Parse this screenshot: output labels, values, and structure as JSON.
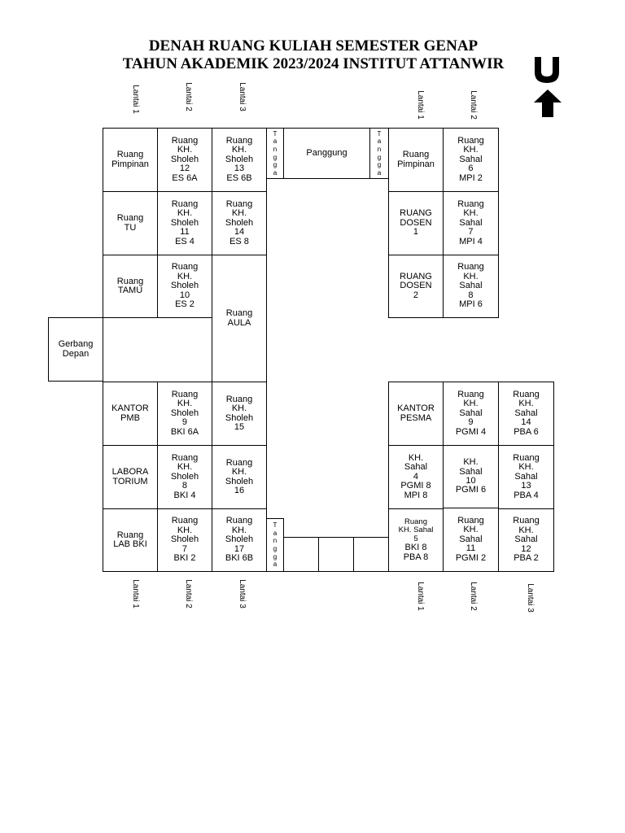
{
  "title": {
    "line1": "DENAH RUANG KULIAH SEMESTER GENAP",
    "line2": "TAHUN AKADEMIK 2023/2024 INSTITUT ATTANWIR"
  },
  "compass": {
    "letter": "U"
  },
  "floor_labels": {
    "top_left": [
      "Lantai 1",
      "Lantai 2",
      "Lantai 3"
    ],
    "top_right": [
      "Lantai 1",
      "Lantai 2"
    ],
    "bottom_left": [
      "Lantai 1",
      "Lantai 2",
      "Lantai 3"
    ],
    "bottom_right": [
      "Lantai 1",
      "Lantai 2",
      "Lantai 3"
    ]
  },
  "rooms": {
    "ruang_pimpinan_left": "Ruang\nPimpinan",
    "sholeh_12": "Ruang\nKH.\nSholeh\n12\nES 6A",
    "sholeh_13": "Ruang\nKH.\nSholeh\n13\nES 6B",
    "tangga_top_left": "T\na\nn\ng\ng\na",
    "panggung": "Panggung",
    "tangga_top_right": "T\na\nn\ng\ng\na",
    "ruang_pimpinan_right": "Ruang\nPimpinan",
    "sahal_6": "Ruang\nKH.\nSahal\n6\nMPI 2",
    "ruang_tu": "Ruang\nTU",
    "sholeh_11": "Ruang\nKH.\nSholeh\n11\nES 4",
    "sholeh_14": "Ruang\nKH.\nSholeh\n14\nES 8",
    "ruang_dosen_1": "RUANG\nDOSEN\n1",
    "sahal_7": "Ruang\nKH.\nSahal\n7\nMPI 4",
    "ruang_tamu": "Ruang\nTAMU",
    "sholeh_10": "Ruang\nKH.\nSholeh\n10\nES 2",
    "ruang_aula": "Ruang\nAULA",
    "ruang_dosen_2": "RUANG\nDOSEN\n2",
    "sahal_8": "Ruang\nKH.\nSahal\n8\nMPI 6",
    "gerbang_depan": "Gerbang\nDepan",
    "kantor_pmb": "KANTOR\nPMB",
    "sholeh_9": "Ruang\nKH.\nSholeh\n9\nBKI 6A",
    "sholeh_15": "Ruang\nKH.\nSholeh\n15",
    "kantor_pesma": "KANTOR\nPESMA",
    "sahal_9": "Ruang\nKH.\nSahal\n9\nPGMI 4",
    "sahal_14": "Ruang\nKH.\nSahal\n14\nPBA 6",
    "laboratorium": "LABORA\nTORIUM",
    "sholeh_8": "Ruang\nKH.\nSholeh\n8\nBKI 4",
    "sholeh_16": "Ruang\nKH.\nSholeh\n16",
    "sahal_4": "KH.\nSahal\n4\nPGMI 8\nMPI 8",
    "sahal_10": "KH.\nSahal\n10\nPGMI 6",
    "sahal_13": "Ruang\nKH.\nSahal\n13\nPBA 4",
    "lab_bki": "Ruang\nLAB BKI",
    "sholeh_7": "Ruang\nKH.\nSholeh\n7\nBKI 2",
    "sholeh_17": "Ruang\nKH.\nSholeh\n17\nBKI 6B",
    "tangga_bottom": "T\na\nn\ng\ng\na",
    "sahal_5_top": "Ruang\nKH. Sahal\n5",
    "sahal_5_bottom": "BKI 8\nPBA 8",
    "sahal_11": "Ruang\nKH.\nSahal\n11\nPGMI 2",
    "sahal_12": "Ruang\nKH.\nSahal\n12\nPBA 2"
  }
}
